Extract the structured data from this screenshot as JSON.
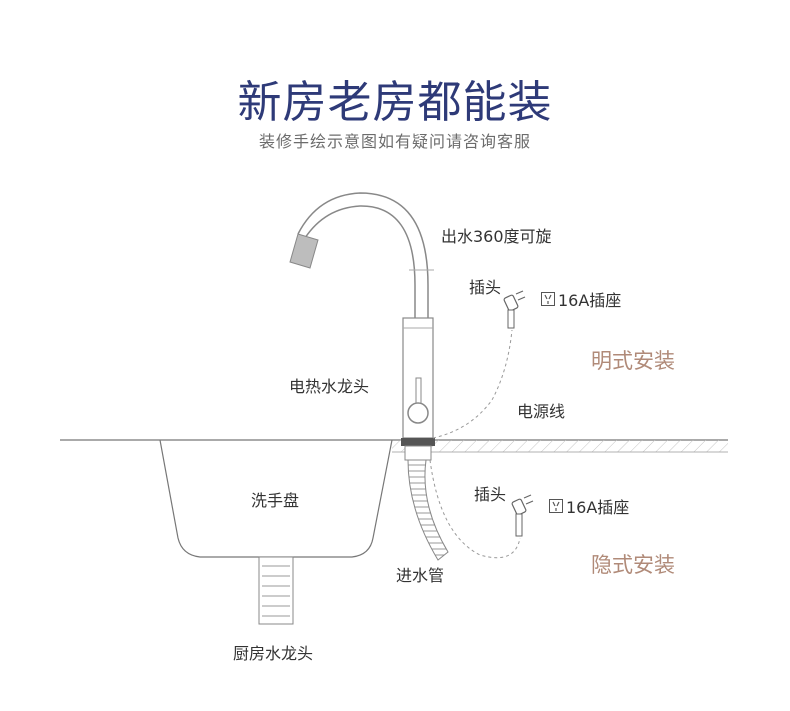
{
  "title": "新房老房都能装",
  "subtitle": "装修手绘示意图如有疑问请咨询客服",
  "labels": {
    "rotate": "出水360度可旋",
    "plug_top": "插头",
    "socket_top": "16A插座",
    "exposed_install": "明式安装",
    "faucet": "电热水龙头",
    "power_cord": "电源线",
    "sink": "洗手盘",
    "plug_bottom": "插头",
    "socket_bottom": "16A插座",
    "hidden_install": "隐式安装",
    "inlet_pipe": "进水管",
    "kitchen_faucet": "厨房水龙头"
  },
  "colors": {
    "title": "#2e3a78",
    "accent": "#b08a78",
    "line": "#888888",
    "hatch": "#bbbbbb"
  },
  "icons": {
    "socket": "socket-icon",
    "plug": "plug-icon"
  }
}
